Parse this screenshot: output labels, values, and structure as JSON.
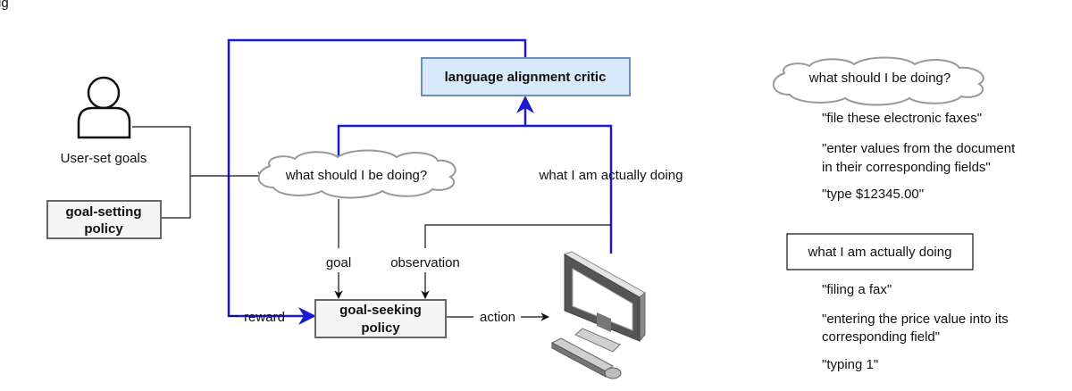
{
  "diagram": {
    "header_fragment": "ig",
    "critic_label": "language alignment critic",
    "user_goals_label": "User-set goals",
    "goal_setting_policy": {
      "line1": "goal-setting",
      "line2": "policy"
    },
    "goal_seeking_policy": {
      "line1": "goal-seeking",
      "line2": "policy"
    },
    "cloud_label": "what should I be doing?",
    "actual_label": "what I am actually doing",
    "goal_label": "goal",
    "observation_label": "observation",
    "reward_label": "reward",
    "action_label": "action"
  },
  "examples": {
    "should_title": "what should I be doing?",
    "should_items": [
      "\"file these electronic faxes\"",
      "\"enter values from the document",
      "in their corresponding fields\"",
      "\"type $12345.00\""
    ],
    "actual_title": "what I am actually doing",
    "actual_items": [
      "\"filing a fax\"",
      "\"entering the price value into its",
      "corresponding field\"",
      "\"typing 1\""
    ]
  },
  "colors": {
    "blue_line": "#1a1ad6",
    "critic_fill": "#dae8fc",
    "critic_stroke": "#6c8ebf",
    "box_fill": "#f5f5f5",
    "box_stroke": "#666666",
    "cloud_stroke": "#999999"
  },
  "icons": [
    "user-icon",
    "computer-monitor-icon",
    "keyboard-icon",
    "mouse-icon"
  ]
}
